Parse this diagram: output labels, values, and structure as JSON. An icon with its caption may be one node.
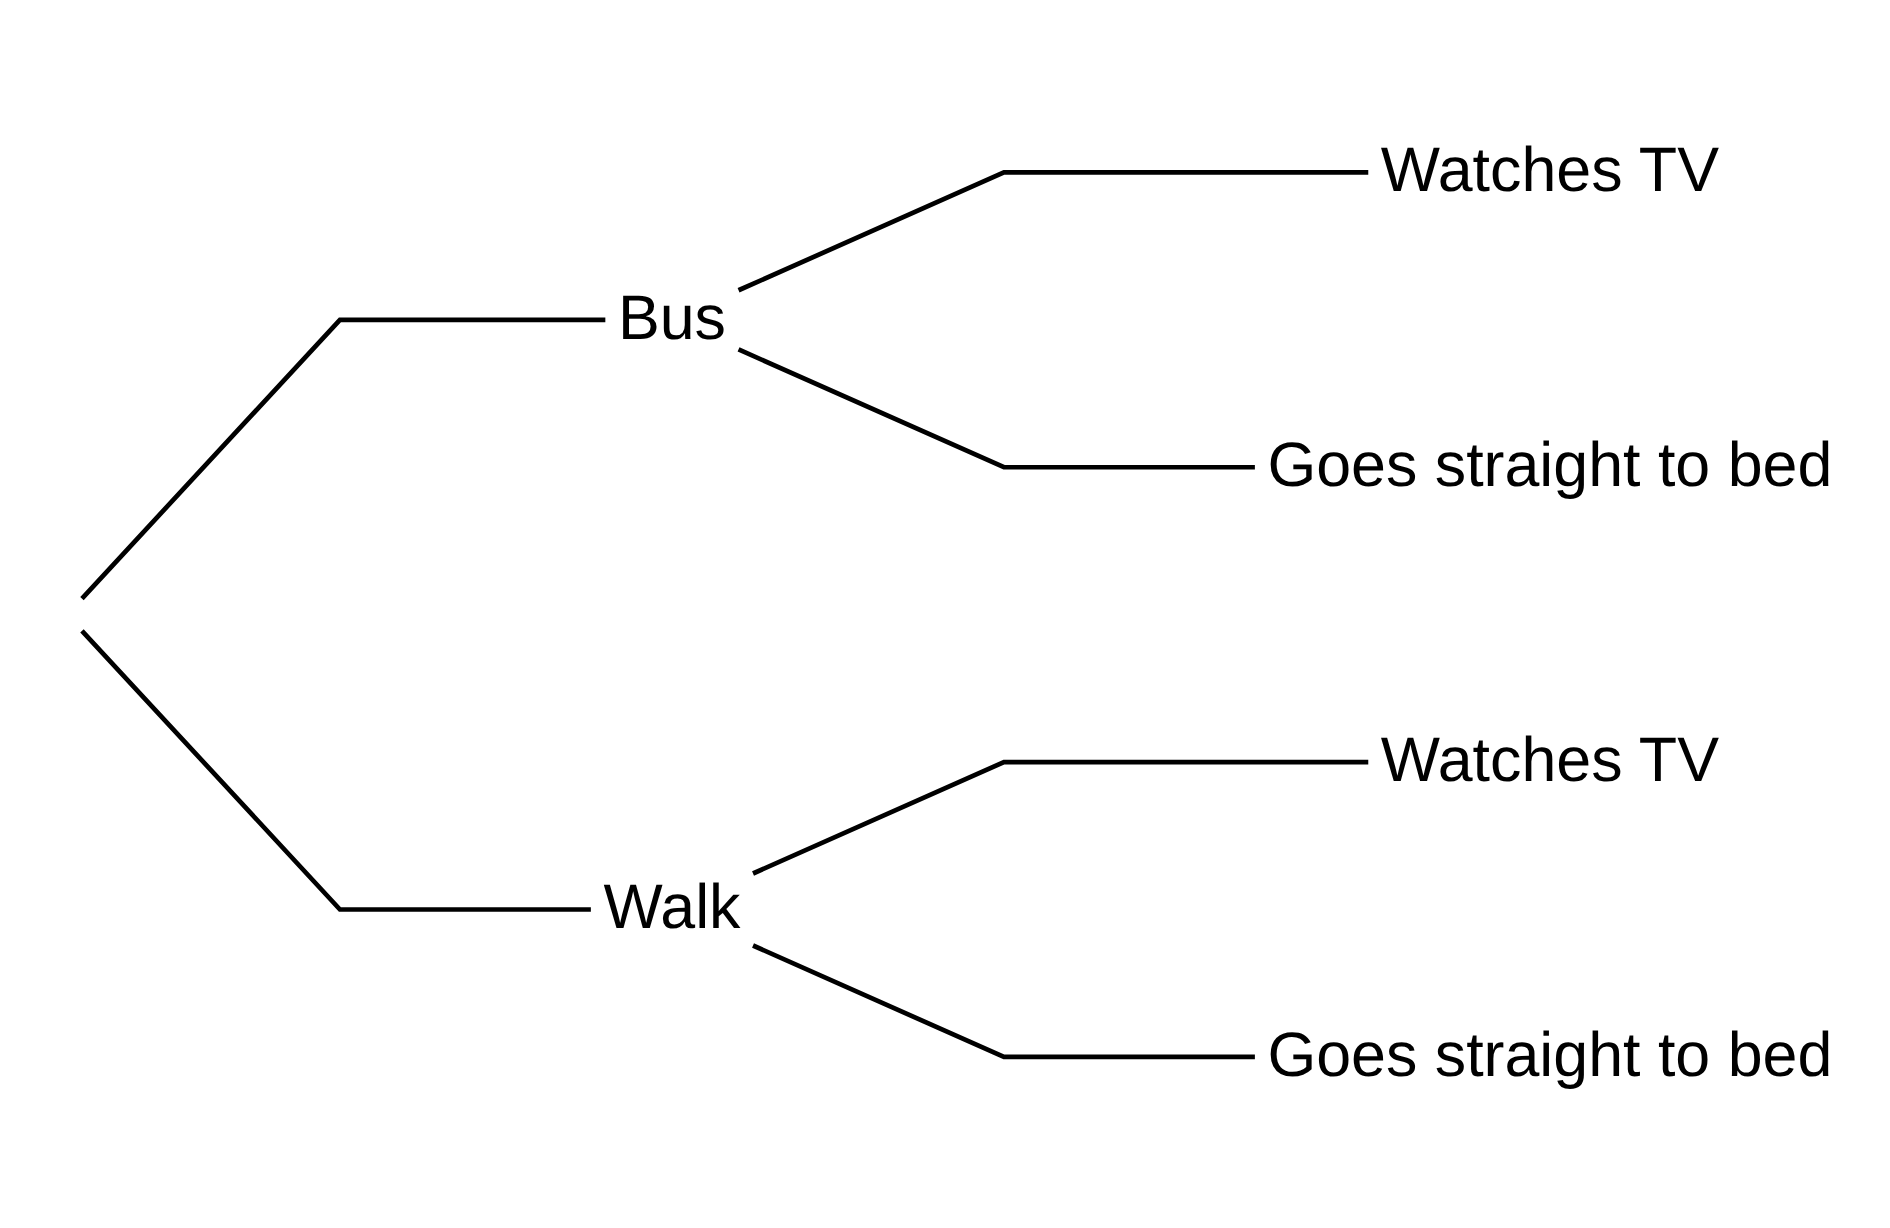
{
  "diagram": {
    "nodes": [
      {
        "text": [
          "Bus"
        ]
      },
      {
        "text": [
          "Walk"
        ]
      },
      {
        "text": [
          "Watches TV"
        ]
      },
      {
        "text": [
          "Goes straight to bed"
        ]
      },
      {
        "text": [
          "Watches TV"
        ]
      },
      {
        "text": [
          "Goes straight to bed"
        ]
      }
    ],
    "edges": [
      {
        "from": null,
        "to": 0,
        "arrow": "none"
      },
      {
        "from": null,
        "to": 1,
        "arrow": "none"
      },
      {
        "from": 0,
        "to": 2,
        "arrow": "none"
      },
      {
        "from": 0,
        "to": 3,
        "arrow": "none"
      },
      {
        "from": 1,
        "to": 4,
        "arrow": "none"
      },
      {
        "from": 1,
        "to": 5,
        "arrow": "none"
      }
    ]
  }
}
